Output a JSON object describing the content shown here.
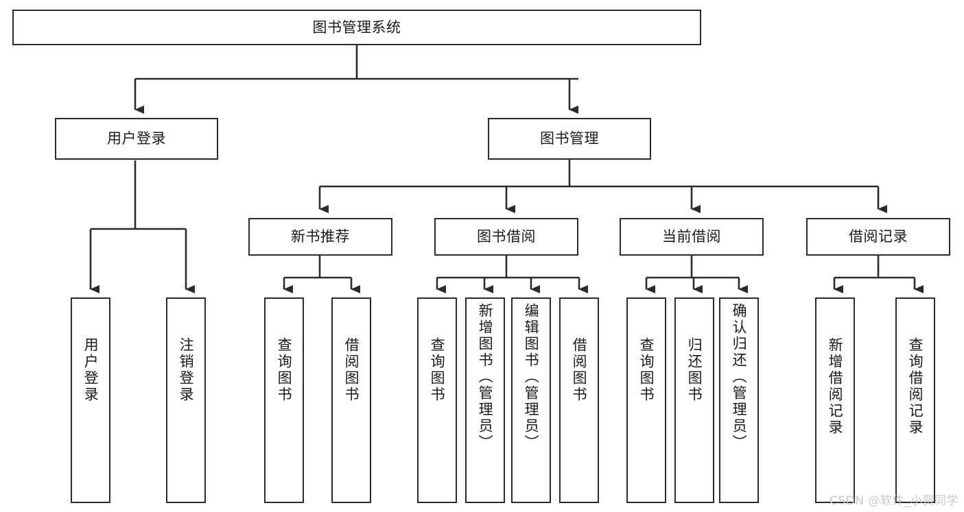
{
  "diagram": {
    "type": "hierarchy-tree",
    "title": "图书管理系统",
    "root": {
      "id": "root",
      "label": "图书管理系统"
    },
    "level2": [
      {
        "id": "user-login",
        "label": "用户登录"
      },
      {
        "id": "book-manage",
        "label": "图书管理"
      }
    ],
    "level3": [
      {
        "id": "new-book-recommend",
        "label": "新书推荐"
      },
      {
        "id": "book-borrow",
        "label": "图书借阅"
      },
      {
        "id": "current-borrow",
        "label": "当前借阅"
      },
      {
        "id": "borrow-record",
        "label": "借阅记录"
      }
    ],
    "leaves": [
      {
        "id": "leaf-user-login",
        "label": "用户登录",
        "parent": "user-login"
      },
      {
        "id": "leaf-user-logout",
        "label": "注销登录",
        "parent": "user-login"
      },
      {
        "id": "leaf-query-book-1",
        "label": "查询图书",
        "parent": "new-book-recommend"
      },
      {
        "id": "leaf-borrow-book-1",
        "label": "借阅图书",
        "parent": "new-book-recommend"
      },
      {
        "id": "leaf-query-book-2",
        "label": "查询图书",
        "parent": "book-borrow"
      },
      {
        "id": "leaf-add-book",
        "label": "新增图书（管理员）",
        "parent": "book-borrow"
      },
      {
        "id": "leaf-edit-book",
        "label": "编辑图书（管理员）",
        "parent": "book-borrow"
      },
      {
        "id": "leaf-borrow-book-2",
        "label": "借阅图书",
        "parent": "book-borrow"
      },
      {
        "id": "leaf-query-book-3",
        "label": "查询图书",
        "parent": "current-borrow"
      },
      {
        "id": "leaf-return-book",
        "label": "归还图书",
        "parent": "current-borrow"
      },
      {
        "id": "leaf-confirm-return",
        "label": "确认归还（管理员）",
        "parent": "current-borrow"
      },
      {
        "id": "leaf-add-record",
        "label": "新增借阅记录",
        "parent": "borrow-record"
      },
      {
        "id": "leaf-query-record",
        "label": "查询借阅记录",
        "parent": "borrow-record"
      }
    ],
    "colors": {
      "stroke": "#2b2b2b",
      "fill": "#ffffff",
      "text": "#1a1a1a",
      "watermark": "#c9c9c9"
    }
  },
  "watermark": {
    "text": "CSDN @软件_小贺同学"
  }
}
